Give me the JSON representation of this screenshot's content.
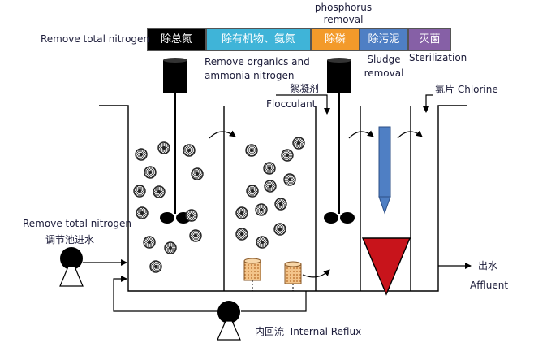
{
  "process_bar": [
    {
      "label": "除总氮",
      "color": "#000000"
    },
    {
      "label": "除有机物、氨氮",
      "color": "#3fb4d8"
    },
    {
      "label": "除磷",
      "color": "#f39a2a"
    },
    {
      "label": "除污泥",
      "color": "#4f7fc4"
    },
    {
      "label": "灭菌",
      "color": "#8660a6"
    }
  ],
  "labels": {
    "remove_total_nitrogen_top": "Remove total nitrogen",
    "phosphorus_removal_1": "phosphorus",
    "phosphorus_removal_2": "removal",
    "organics_1": "Remove organics and",
    "organics_2": "ammonia nitrogen",
    "sludge_1": "Sludge",
    "sludge_2": "removal",
    "sterilization": "Sterilization",
    "flocculant_cn": "絮凝剂",
    "flocculant_en": "Flocculant",
    "chlorine_cn": "氯片",
    "chlorine_en": "Chlorine",
    "remove_total_nitrogen_left": "Remove total nitrogen",
    "inlet_cn": "调节池进水",
    "outlet_cn": "出水",
    "outlet_en": "Affluent",
    "reflux_cn": "内回流",
    "reflux_en": "Internal Reflux"
  },
  "colors": {
    "line": "#000000",
    "red_cone": "#c8141b",
    "uv_lamp": "#4f7fc4",
    "media": "#e0a060"
  }
}
